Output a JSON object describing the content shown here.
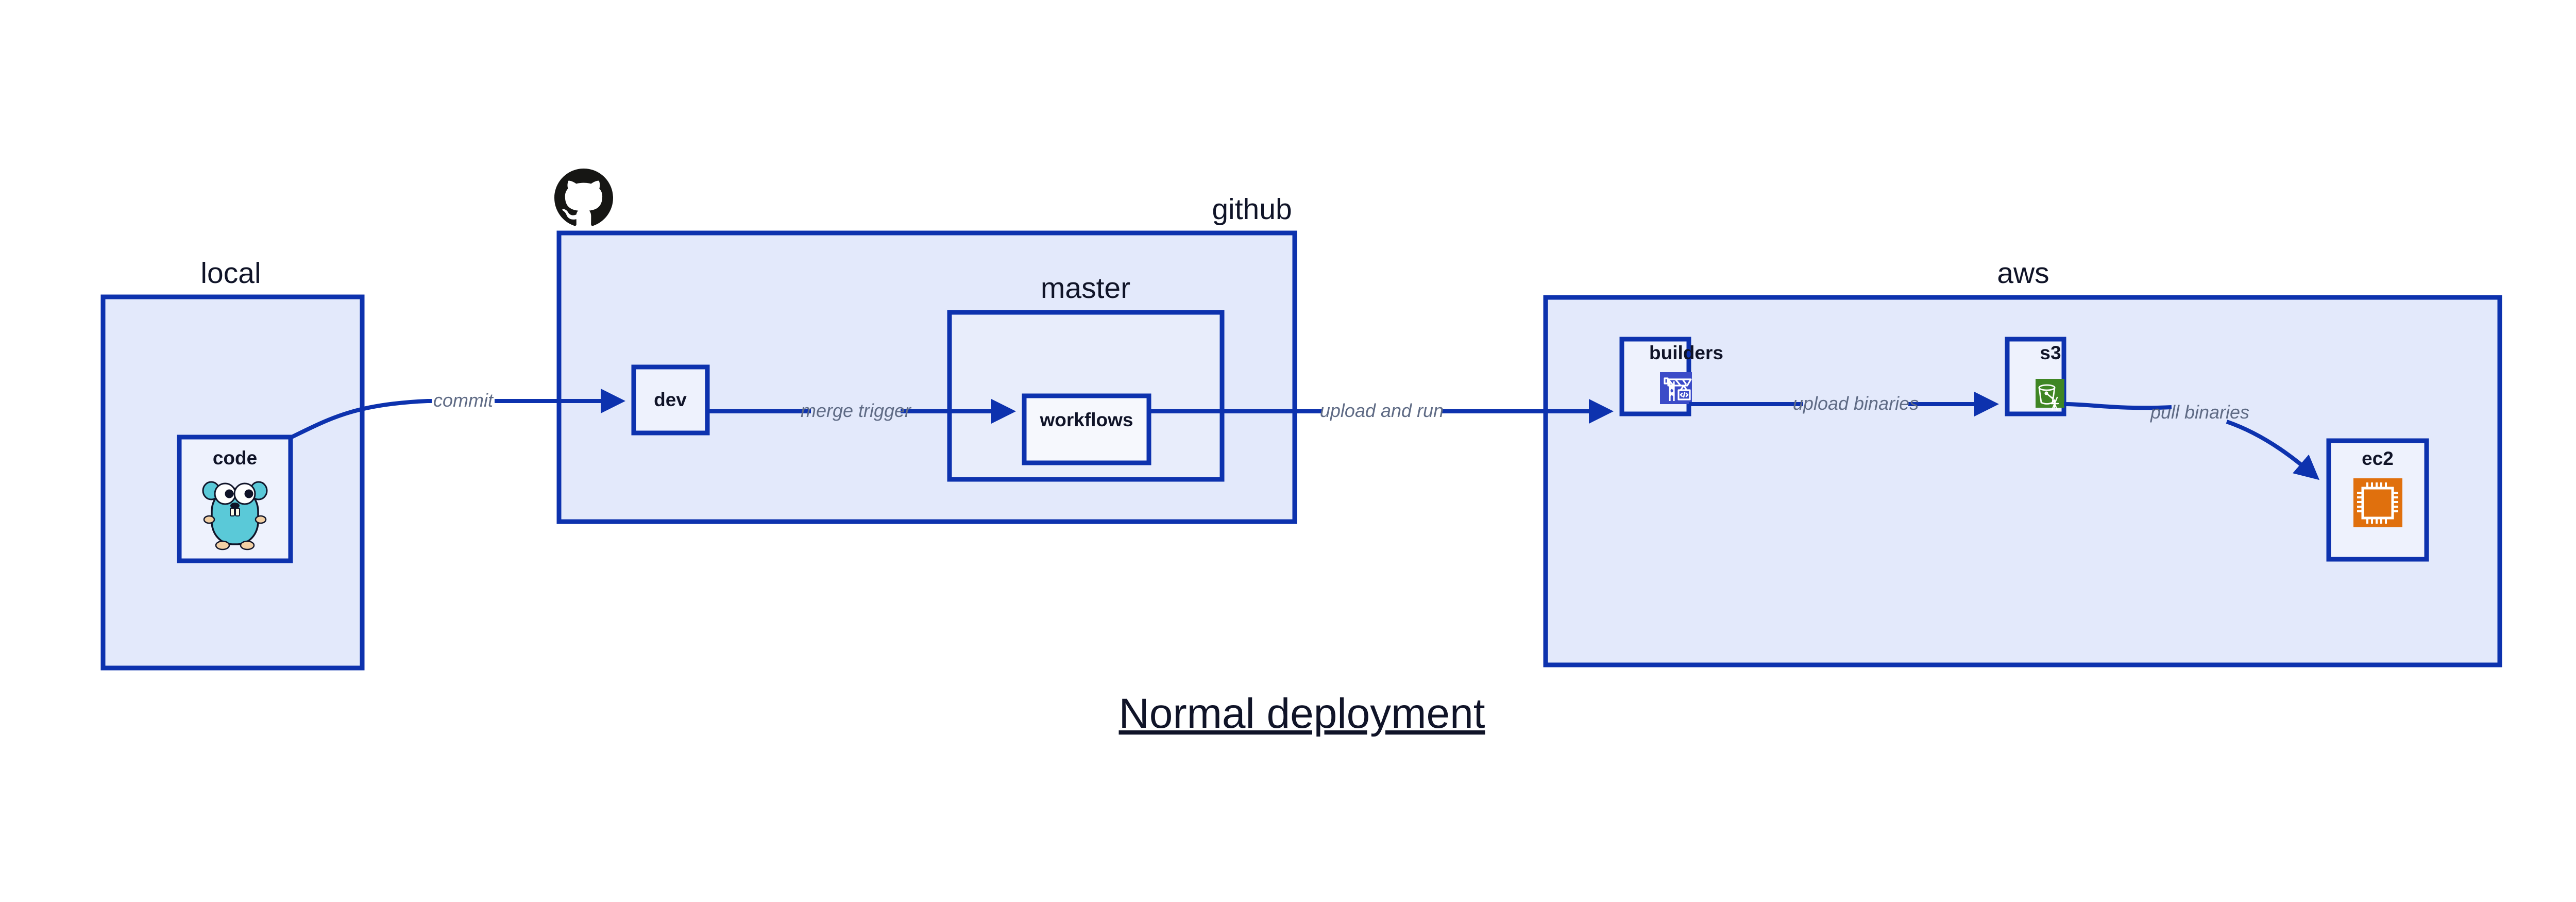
{
  "title": "Normal deployment",
  "colors": {
    "cluster_fill": "#e3e9fb",
    "subcluster_fill": "#e8edfb",
    "node_fill": "#eef2fd",
    "node_fill_light": "#f6f8fd",
    "border": "#0d32ae",
    "edge": "#0d32ae",
    "edge_label_text": "#5f6b85",
    "label_text": "#101428",
    "github_logo": "#161614",
    "gopher_body": "#5ac9d8",
    "builders_icon_bg": "#3b4bc8",
    "s3_icon_bg": "#3f8624",
    "ec2_icon_bg": "#e0700d",
    "icon_glyph": "#ffffff",
    "page_background": "#ffffff"
  },
  "clusters": [
    {
      "id": "local",
      "label": "local"
    },
    {
      "id": "github",
      "label": "github"
    },
    {
      "id": "master",
      "label": "master"
    },
    {
      "id": "aws",
      "label": "aws"
    }
  ],
  "nodes": [
    {
      "id": "code",
      "label": "code",
      "icon": "go-gopher-icon"
    },
    {
      "id": "dev",
      "label": "dev",
      "icon": "none"
    },
    {
      "id": "workflows",
      "label": "workflows",
      "icon": "none"
    },
    {
      "id": "builders",
      "label": "builders",
      "icon": "crane-code-icon"
    },
    {
      "id": "s3",
      "label": "s3",
      "icon": "s3-bucket-glacier-icon"
    },
    {
      "id": "ec2",
      "label": "ec2",
      "icon": "cpu-chip-icon"
    }
  ],
  "edges": [
    {
      "id": "code-dev",
      "from": "code",
      "to": "dev",
      "label": "commit"
    },
    {
      "id": "dev-workflows",
      "from": "dev",
      "to": "workflows",
      "label": "merge trigger"
    },
    {
      "id": "workflows-builders",
      "from": "workflows",
      "to": "builders",
      "label": "upload and run"
    },
    {
      "id": "builders-s3",
      "from": "builders",
      "to": "s3",
      "label": "upload binaries"
    },
    {
      "id": "s3-ec2",
      "from": "s3",
      "to": "ec2",
      "label": "pull binaries"
    }
  ],
  "logos": [
    {
      "id": "github-logo",
      "name": "github-octocat-icon"
    }
  ]
}
